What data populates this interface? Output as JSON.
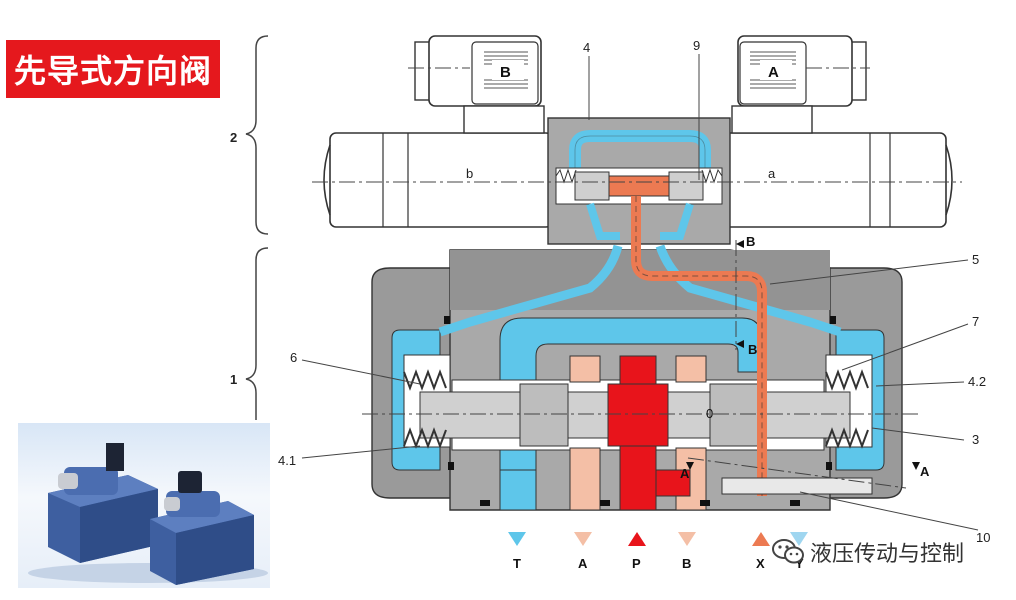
{
  "title": "先导式方向阀",
  "callouts": {
    "n1": "1",
    "n2": "2",
    "n3": "3",
    "n4": "4",
    "n4_1": "4.1",
    "n4_2": "4.2",
    "n5": "5",
    "n6": "6",
    "n7": "7",
    "n9": "9",
    "n10": "10"
  },
  "solenoids": {
    "left_tag": "B",
    "right_tag": "A",
    "left_coil": "b",
    "right_coil": "a"
  },
  "section_marks": {
    "b_top": "B",
    "b_bottom": "B",
    "a_left": "A",
    "a_right": "A"
  },
  "spool_center_label": "0",
  "ports": [
    "T",
    "A",
    "P",
    "B",
    "X",
    "Y"
  ],
  "watermark": "液压传动与控制",
  "colors": {
    "body_gray": "#a9a9a9",
    "body_dark": "#8f8f8f",
    "tank_blue": "#5ec6ea",
    "pressure_red": "#e8141b",
    "work_peach": "#f4bfa6",
    "pilot_orange": "#ec7a52",
    "title_red": "#e5181d",
    "photo_blue": "#3e5fa0"
  }
}
